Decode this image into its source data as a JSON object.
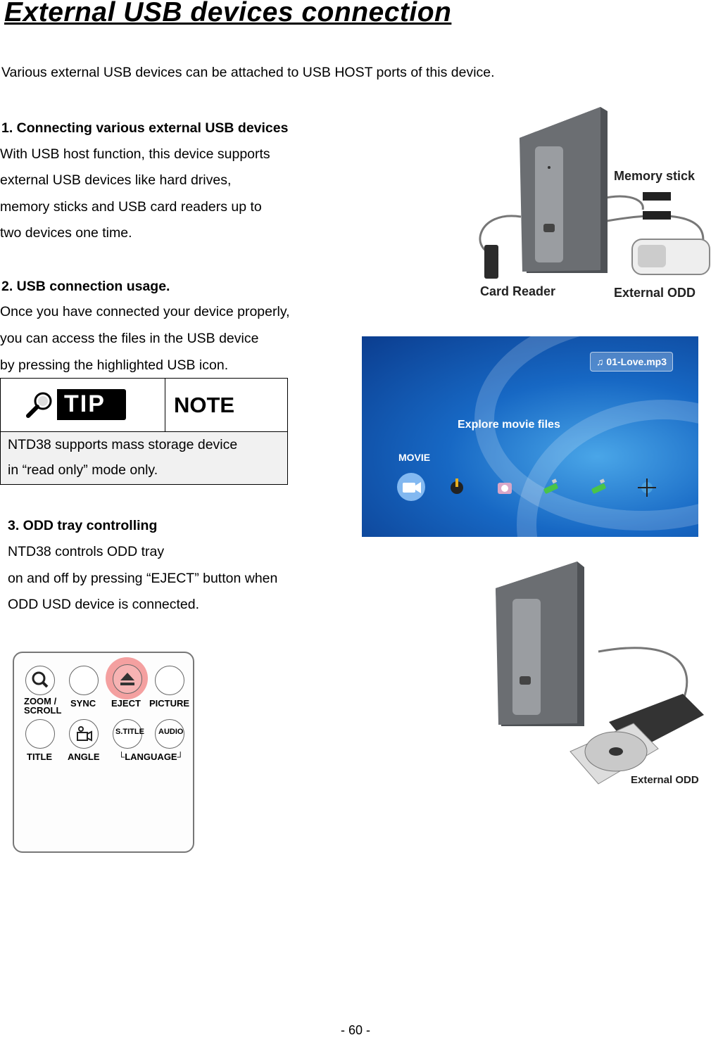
{
  "page": {
    "title": "External USB devices connection",
    "intro": "Various external USB devices can be attached to USB HOST ports of this device.",
    "page_number": "- 60 -"
  },
  "section1": {
    "heading": "1. Connecting various external USB devices",
    "lines": [
      "With USB host function, this device supports",
      "external USB devices like hard drives,",
      "memory sticks and USB card readers up to",
      "two devices one time."
    ]
  },
  "section2": {
    "heading": "2. USB connection usage.",
    "lines": [
      "Once you have connected your device properly,",
      "you can access the files in the USB device",
      "by pressing the highlighted USB icon."
    ]
  },
  "tip": {
    "badge": "TIP",
    "header": "NOTE",
    "lines": [
      "NTD38 supports mass storage device",
      "in “read only” mode only."
    ]
  },
  "section3": {
    "heading": "3. ODD tray controlling",
    "lines": [
      "NTD38 controls ODD tray",
      "on and off by pressing “EJECT” button when",
      "ODD USD device is connected."
    ]
  },
  "figure1": {
    "labels": {
      "memory_stick": "Memory stick",
      "card_reader": "Card Reader",
      "external_odd": "External ODD"
    }
  },
  "screenshot": {
    "file_tag": "01-Love.mp3",
    "caption": "Explore movie files",
    "selected_item": "MOVIE",
    "icons": [
      "movie-icon",
      "music-icon",
      "photo-icon",
      "usb-icon",
      "usb-icon",
      "network-icon"
    ]
  },
  "remote": {
    "buttons": [
      {
        "label": "ZOOM /\nSCROLL",
        "icon": "zoom-icon"
      },
      {
        "label": "SYNC",
        "icon": ""
      },
      {
        "label": "EJECT",
        "icon": "eject-icon",
        "highlight": "#f4a0a0"
      },
      {
        "label": "PICTURE",
        "icon": ""
      },
      {
        "label": "TITLE",
        "icon": ""
      },
      {
        "label": "ANGLE",
        "icon": "camera-icon"
      },
      {
        "label": "S.TITLE",
        "icon": ""
      },
      {
        "label": "AUDIO",
        "icon": ""
      }
    ],
    "group_label": "└LANGUAGE┘"
  },
  "figure3": {
    "labels": {
      "external_odd": "External ODD"
    }
  },
  "colors": {
    "screen_blue": "#1768c4",
    "eject_highlight": "#f4a0a0",
    "device_gray": "#6b6e72"
  }
}
